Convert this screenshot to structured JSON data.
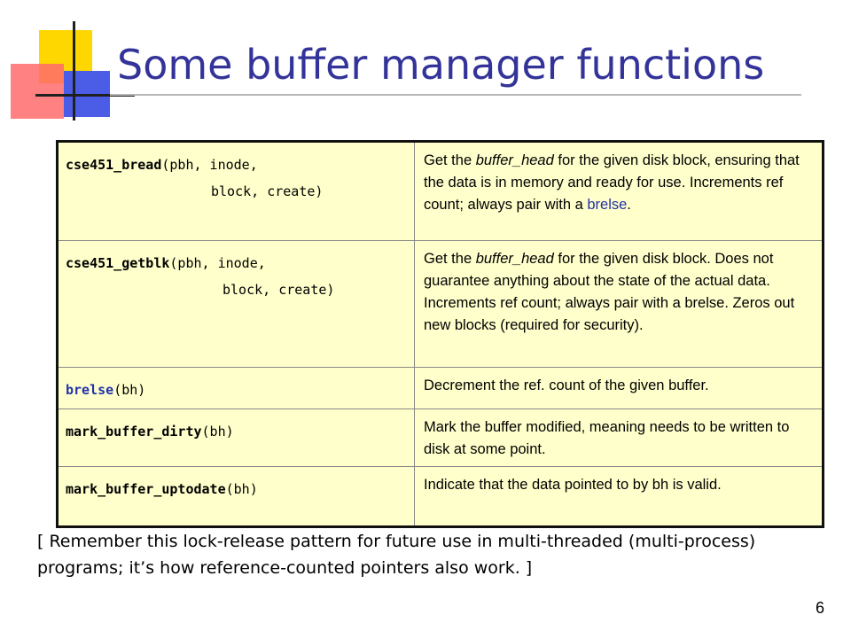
{
  "slide": {
    "title": "Some buffer manager functions",
    "page_number": "6",
    "footnote": "[ Remember this lock-release pattern for future use in multi-threaded (multi-process) programs; it’s how reference-counted pointers also work. ]"
  },
  "colors": {
    "title": "#333399",
    "table_background": "#ffffcc",
    "highlight": "#2233aa"
  },
  "functions": [
    {
      "name": "cse451_bread",
      "args_line1": "(pbh, inode,",
      "args_line2": "block, create)",
      "desc_1": "Get the ",
      "desc_em": "buffer_head",
      "desc_2": " for the given disk block, ensuring that the data is in memory and ready for use. Increments ref count; always pair with a ",
      "desc_link": "brelse",
      "desc_3": "."
    },
    {
      "name": "cse451_getblk",
      "args_line1": "(pbh, inode,",
      "args_line2": "block, create)",
      "desc_1": "Get the ",
      "desc_em": "buffer_head",
      "desc_2": " for the given disk block. Does not guarantee anything about the state of the actual data. Increments ref count; always pair with a brelse. Zeros out new blocks (required for security)."
    },
    {
      "name": "brelse",
      "args": "(bh)",
      "desc": "Decrement the ref. count of the given buffer."
    },
    {
      "name": "mark_buffer_dirty",
      "args": "(bh)",
      "desc": "Mark the buffer modified, meaning needs to be written to disk at some point."
    },
    {
      "name": "mark_buffer_uptodate",
      "args": "(bh)",
      "desc": "Indicate that the data pointed to by bh is valid."
    }
  ]
}
